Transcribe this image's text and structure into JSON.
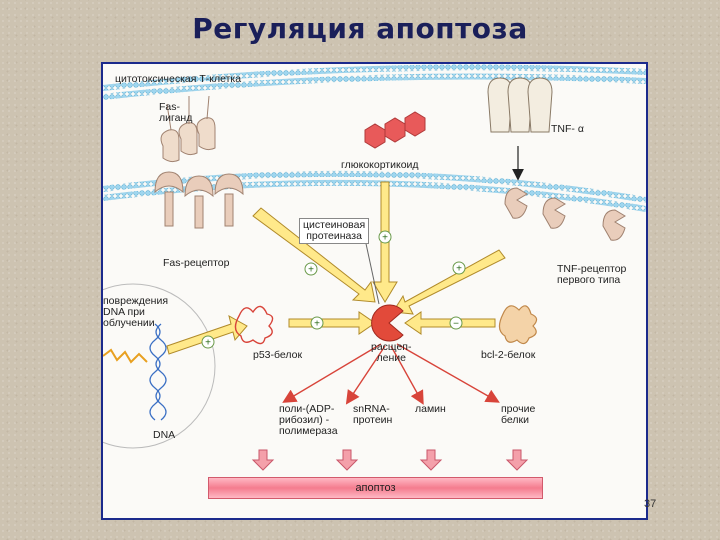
{
  "slide": {
    "title": "Регуляция апоптоза",
    "page_number": "37"
  },
  "diagram": {
    "cell_label": "цитотоксическая Т-клетка",
    "fas_ligand": "Fas-\nлиганд",
    "tnf": "TNF- α",
    "glucocorticoid": "глюкокортикоид",
    "cysteine_protease": "цистеиновая\nпротеиназа",
    "fas_receptor": "Fas-рецептор",
    "tnf_receptor": "TNF-рецептор\nпервого типа",
    "dna_damage": "повреждения\nDNA при\nоблучении",
    "p53": "p53-белок",
    "cleavage": "расщеп-\nление",
    "bcl2": "bcl-2-белок",
    "parp": "поли-(ADP-\nрибозил) -\nполимераза",
    "snrna": "snRNA-\nпротеин",
    "lamin": "ламин",
    "other_proteins": "прочие\nбелки",
    "dna": "DNA",
    "apoptosis": "апоптоз",
    "plus": "+",
    "minus": "−"
  },
  "colors": {
    "title": "#1a1f5a",
    "frame_border": "#1b2a8c",
    "membrane": "#7ec6e8",
    "arrow_yellow": "#ffe98a",
    "arrow_red": "#d8443a",
    "apoptosis_bar": "#f47c8e"
  }
}
